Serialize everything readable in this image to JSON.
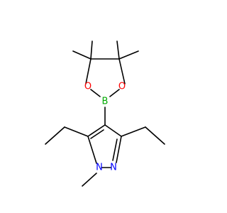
{
  "molecule": {
    "atoms": {
      "boron": {
        "symbol": "B",
        "color": "#00aa00"
      },
      "oxygen_left": {
        "symbol": "O",
        "color": "#ff0000"
      },
      "oxygen_right": {
        "symbol": "O",
        "color": "#ff0000"
      },
      "nitrogen_1": {
        "symbol": "N",
        "color": "#0000ff"
      },
      "nitrogen_2": {
        "symbol": "N",
        "color": "#0000ff"
      }
    }
  }
}
